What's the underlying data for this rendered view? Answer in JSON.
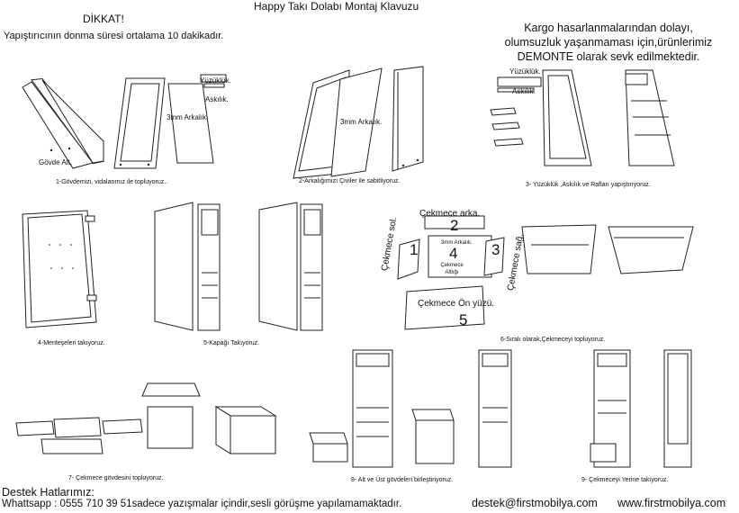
{
  "header": {
    "title": "Happy Takı Dolabı Montaj Klavuzu",
    "warning_title": "DİKKAT!",
    "warning_text": "Yapıştırıcının donma süresi ortalama 10 dakikadır.",
    "shipping_note_1": "Kargo hasarlanmalarından dolayı,",
    "shipping_note_2": "olumsuzluk yaşanmaması için,ürünlerimiz",
    "shipping_note_3": "DEMONTE olarak sevk edilmektedir."
  },
  "steps": {
    "s1": {
      "caption": "1-Gövdemizi, vidalarımız ile topluyoruz..",
      "label_body": "Gövde Alt.",
      "label_back": "3mm Arkalık.",
      "label_hook": "Yüzüklük.",
      "label_hanger": "Askılık."
    },
    "s2": {
      "caption": "2-Arkalığımızı Çiviler ile sabitliyoruz.",
      "label_back": "3mm Arkalık."
    },
    "s3": {
      "caption": "3- Yüzüklük ,Askılık ve Rafları yapıştırıyoruz.",
      "label_hook": "Yüzüklük.",
      "label_hanger": "Askılık."
    },
    "s4": {
      "caption": "4-Menteşeleri takıyoruz."
    },
    "s5": {
      "caption": "5-Kapağı  Takıyoruz."
    },
    "s6": {
      "caption": "6-Sıralı olarak,Çekmeceyi topluyoruz.",
      "back": "Çekmece arka.",
      "n2": "2",
      "left": "Çekmece sol.",
      "n1": "1",
      "back3mm": "3mm Arkalık.",
      "n4": "4",
      "bottom": "Çekmece Altlığı",
      "n3": "3",
      "right": "Çekmece sağ.",
      "front": "Çekmece Ön yüzü.",
      "n5": "5"
    },
    "s7": {
      "caption": "7- Çekmece gövdesini topluyoruz."
    },
    "s8": {
      "caption": "8- Alt ve Üst gövdeleri birleştiriyoruz."
    },
    "s9": {
      "caption": "9- Çekmeceyi Yerine takıyoruz."
    }
  },
  "footer": {
    "support_title": "Destek Hatlarımız:",
    "whatsapp": "Whattsapp :  0555 710 39 51sadece yazışmalar içindir,sesli görüşme yapılamamaktadır.",
    "email": "destek@firstmobilya.com",
    "website": "www.firstmobilya.com"
  }
}
